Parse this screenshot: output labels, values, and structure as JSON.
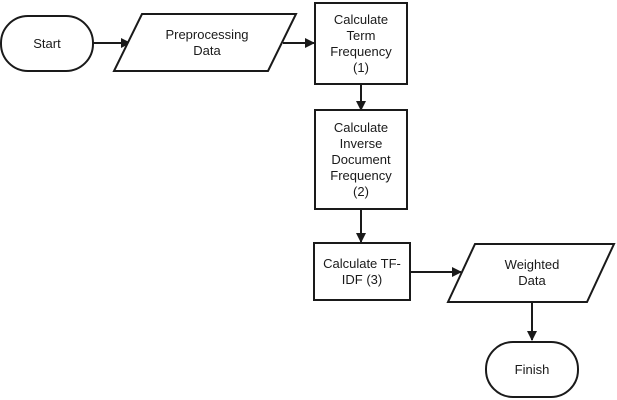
{
  "diagram": {
    "nodes": {
      "start": {
        "label": "Start"
      },
      "preprocess": {
        "label": "Preprocessing\nData"
      },
      "tf": {
        "label": "Calculate\nTerm\nFrequency\n(1)"
      },
      "idf": {
        "label": "Calculate\nInverse\nDocument\nFrequency\n(2)"
      },
      "tfidf": {
        "label": "Calculate TF-\nIDF (3)"
      },
      "weighted": {
        "label": "Weighted\nData"
      },
      "finish": {
        "label": "Finish"
      }
    },
    "edges": [
      {
        "from": "start",
        "to": "preprocess"
      },
      {
        "from": "preprocess",
        "to": "tf"
      },
      {
        "from": "tf",
        "to": "idf"
      },
      {
        "from": "idf",
        "to": "tfidf"
      },
      {
        "from": "tfidf",
        "to": "weighted"
      },
      {
        "from": "weighted",
        "to": "finish"
      }
    ],
    "colors": {
      "stroke": "#1a1a1a",
      "fill": "#ffffff",
      "text": "#1a1a1a"
    }
  }
}
